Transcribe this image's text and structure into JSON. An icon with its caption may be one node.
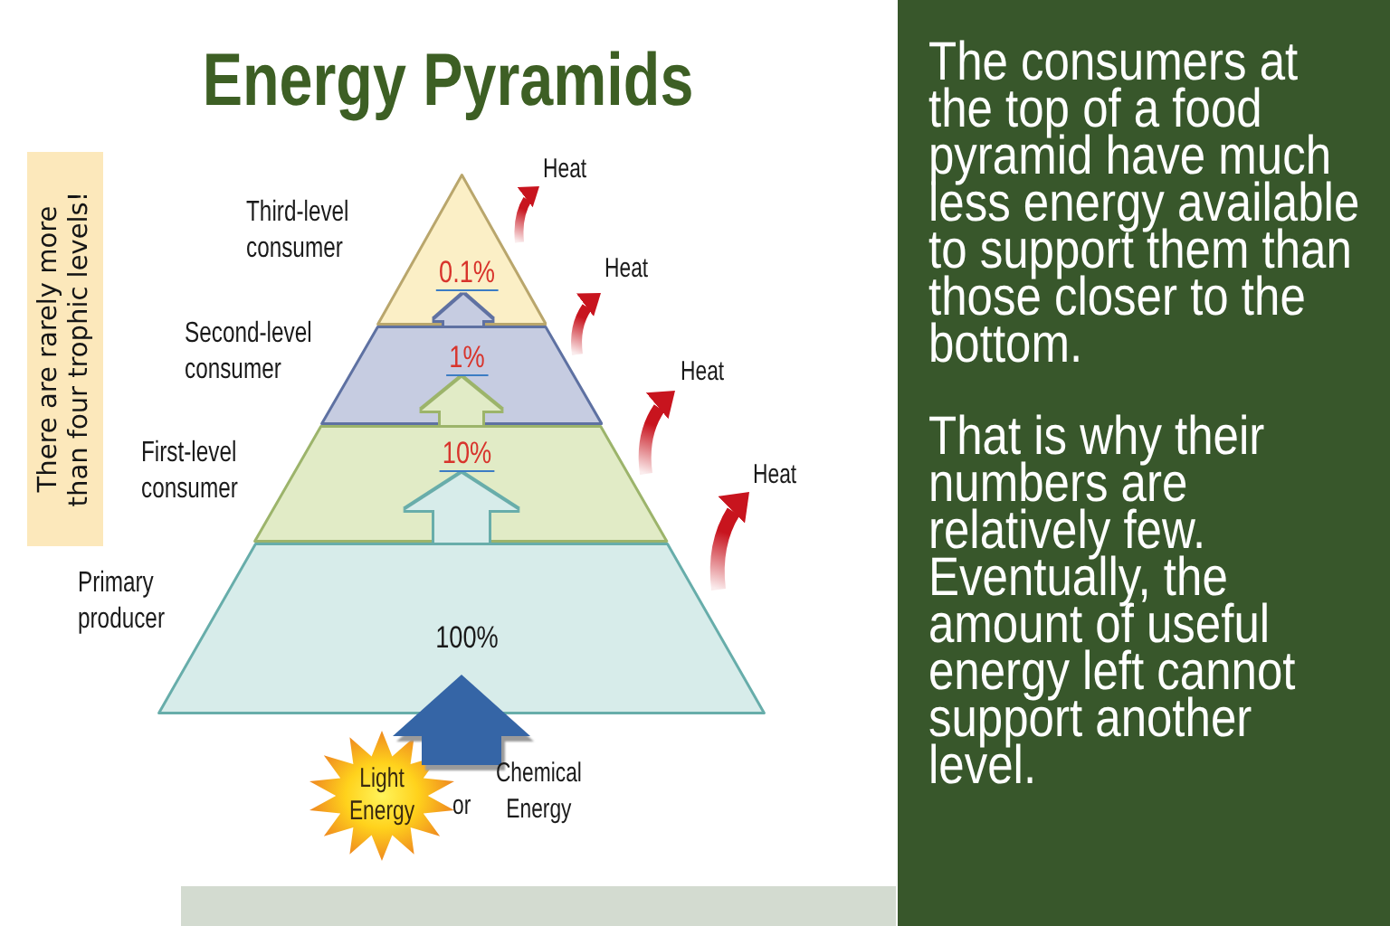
{
  "diagram": {
    "title": "Energy Pyramids",
    "nodes": [
      {
        "text": [
          "There are rarely more than four trophic levels!"
        ]
      },
      {
        "text": [
          "0.1%"
        ]
      },
      {
        "text": [
          "1%"
        ]
      },
      {
        "text": [
          "10%"
        ]
      },
      {
        "text": [
          "100%"
        ]
      },
      {
        "text": [
          "Heat"
        ]
      },
      {
        "text": [
          "Heat"
        ]
      },
      {
        "text": [
          "Heat"
        ]
      },
      {
        "text": [
          "Heat"
        ]
      },
      {
        "text": [
          "Light Energy"
        ]
      },
      {
        "text": [
          "Chemical Energy"
        ]
      },
      {
        "text": [
          "The consumers at the top of a food pyramid have much less energy available to support them than those closer to the bottom.",
          "That is why their numbers are relatively few. Eventually, the amount of useful energy left cannot support another level."
        ]
      }
    ],
    "edges": [
      {
        "from": 4,
        "to": 3,
        "arrow": "to",
        "color": "#d7ecea"
      },
      {
        "from": 3,
        "to": 2,
        "arrow": "to",
        "color": "#e1ebc6"
      },
      {
        "from": 2,
        "to": 1,
        "arrow": "to",
        "color": "#c6cce1"
      },
      {
        "from": 1,
        "to": 5,
        "arrow": "to"
      },
      {
        "from": 2,
        "to": 6,
        "arrow": "to"
      },
      {
        "from": 3,
        "to": 7,
        "arrow": "to"
      },
      {
        "from": 4,
        "to": 8,
        "arrow": "to"
      },
      {
        "from": 9,
        "to": 4,
        "arrow": "to",
        "color": "#3465a6"
      },
      {
        "from": 10,
        "to": 4,
        "arrow": "to",
        "color": "#3465a6"
      }
    ],
    "labels": [
      "Third-level consumer",
      "Second-level consumer",
      "First-level consumer",
      "Primary producer",
      "or"
    ]
  }
}
